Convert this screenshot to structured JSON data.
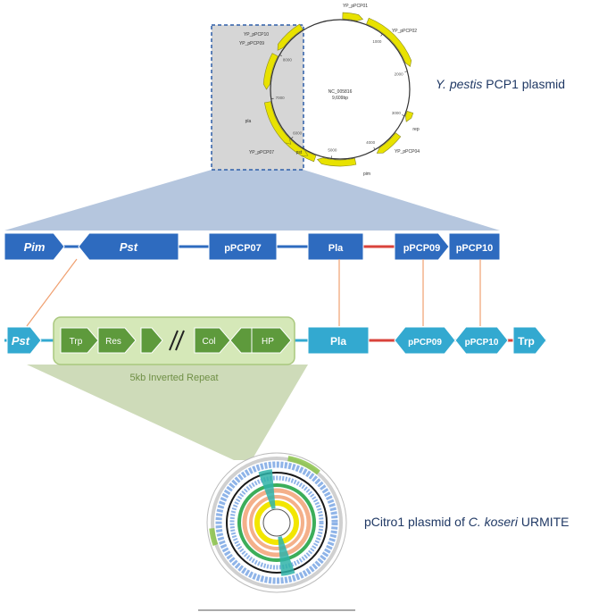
{
  "plasmid_top": {
    "name": "NC_005816",
    "size": "9,609bp",
    "caption_species": "Y. pestis",
    "caption_rest": " PCP1 plasmid",
    "genes": [
      "YP_pPCP01",
      "YP_pPCP02",
      "rep",
      "YP_pPCP04",
      "pim",
      "pst",
      "YP_pPCP07",
      "pla",
      "YP_pPCP09",
      "YP_pPCP10"
    ],
    "ticks": [
      "1000",
      "2000",
      "3000",
      "4000",
      "5000",
      "6000",
      "7000",
      "8000"
    ]
  },
  "row1": {
    "genes": [
      "Pim",
      "Pst",
      "pPCP07",
      "Pla",
      "pPCP09",
      "pPCP10"
    ]
  },
  "row2": {
    "genes": [
      "Pst",
      "Trp",
      "Res",
      "Col",
      "HP",
      "Pla",
      "pPCP09",
      "pPCP10",
      "Trp"
    ],
    "inverted_repeat_label": "5kb Inverted Repeat"
  },
  "plasmid_bottom": {
    "caption_pre": "pCitro1 plasmid of ",
    "caption_species": "C. koseri",
    "caption_post": " URMITE"
  },
  "colors": {
    "dark_blue": "#2e6bbf",
    "light_blue": "#33a9d0",
    "green": "#5e9a3c",
    "green_box": "#d5e8b8",
    "yellow": "#e8e200",
    "link_orange": "#f0a070",
    "red": "#d9433b"
  }
}
